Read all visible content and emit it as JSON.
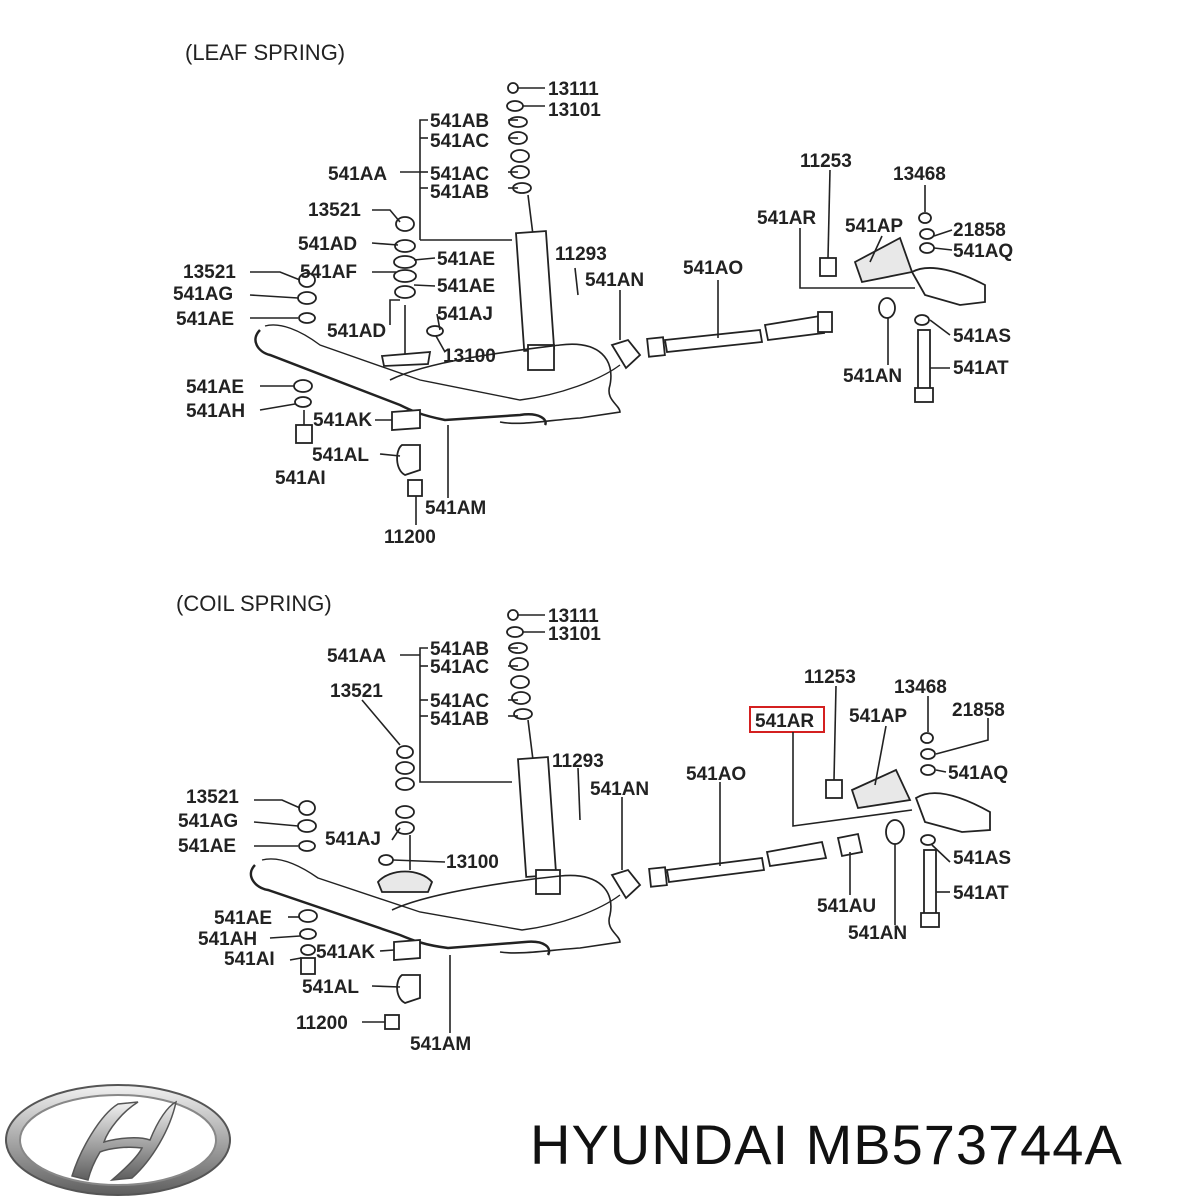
{
  "sections": {
    "leaf": {
      "title": "(LEAF SPRING)",
      "labels": {
        "13111": "13111",
        "13101": "13101",
        "541AB_a": "541AB",
        "541AC_a": "541AC",
        "541AA": "541AA",
        "541AC_b": "541AC",
        "541AB_b": "541AB",
        "13521_a": "13521",
        "541AD_a": "541AD",
        "541AE_a": "541AE",
        "13521_b": "13521",
        "541AF": "541AF",
        "541AE_b": "541AE",
        "541AG": "541AG",
        "541AE_c": "541AE",
        "541AJ": "541AJ",
        "541AD_b": "541AD",
        "13100": "13100",
        "11293": "11293",
        "541AN_a": "541AN",
        "541AO": "541AO",
        "11253": "11253",
        "13468": "13468",
        "541AR": "541AR",
        "541AP": "541AP",
        "21858": "21858",
        "541AQ": "541AQ",
        "541AS": "541AS",
        "541AN_b": "541AN",
        "541AT": "541AT",
        "541AE_d": "541AE",
        "541AH": "541AH",
        "541AK": "541AK",
        "541AL": "541AL",
        "541AI": "541AI",
        "541AM": "541AM",
        "11200": "11200"
      }
    },
    "coil": {
      "title": "(COIL SPRING)",
      "labels": {
        "13111": "13111",
        "13101": "13101",
        "541AA": "541AA",
        "541AB_a": "541AB",
        "541AC_a": "541AC",
        "541AC_b": "541AC",
        "541AB_b": "541AB",
        "13521_a": "13521",
        "11293": "11293",
        "541AN_a": "541AN",
        "541AO": "541AO",
        "11253": "11253",
        "13468": "13468",
        "541AR": "541AR",
        "541AP": "541AP",
        "21858": "21858",
        "541AQ": "541AQ",
        "13521_b": "13521",
        "541AG": "541AG",
        "541AJ": "541AJ",
        "541AE_a": "541AE",
        "13100": "13100",
        "541AS": "541AS",
        "541AT": "541AT",
        "541AU": "541AU",
        "541AN_b": "541AN",
        "541AE_b": "541AE",
        "541AH": "541AH",
        "541AI": "541AI",
        "541AK": "541AK",
        "541AL": "541AL",
        "11200": "11200",
        "541AM": "541AM"
      }
    }
  },
  "highlight": {
    "label": "541AR",
    "color": "#d42020"
  },
  "brand": {
    "logo": "hyundai-logo",
    "text": "HYUNDAI MB573744A"
  }
}
